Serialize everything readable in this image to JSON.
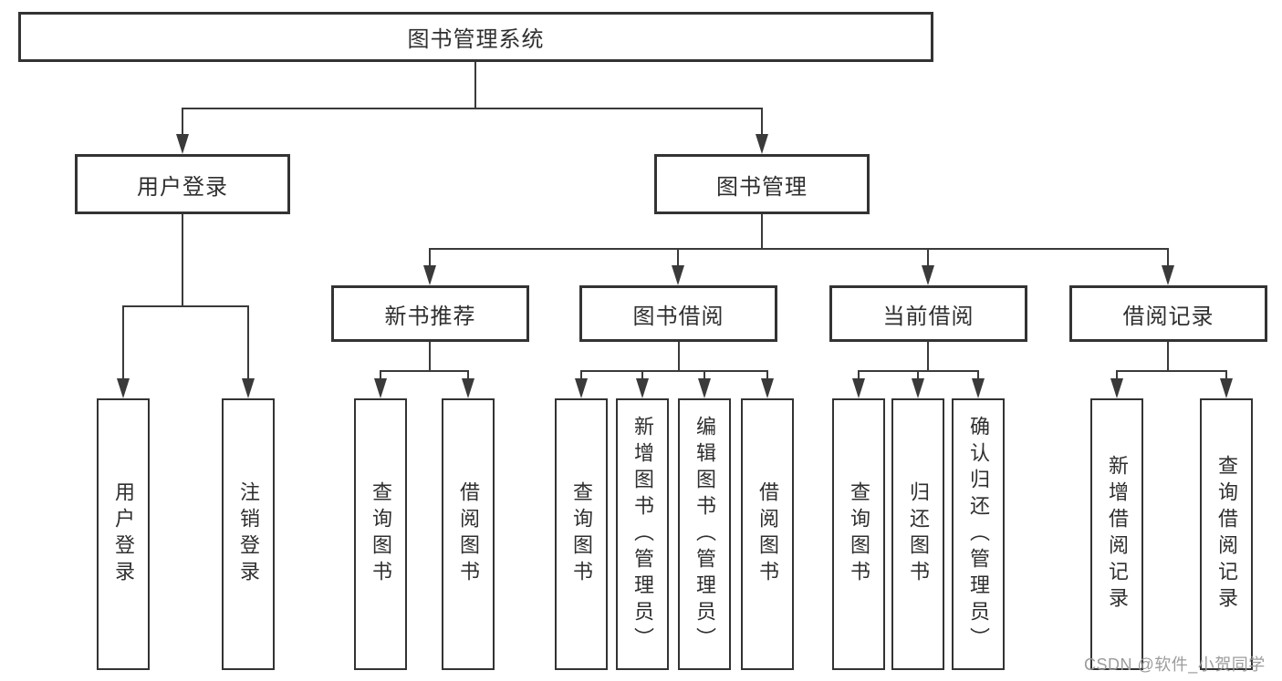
{
  "diagram": {
    "root": "图书管理系统",
    "level2": {
      "user_login": "用户登录",
      "book_mgmt": "图书管理"
    },
    "level3": {
      "new_books": "新书推荐",
      "borrowing": "图书借阅",
      "current": "当前借阅",
      "records": "借阅记录"
    },
    "leaves": {
      "user_login": "用户登录",
      "logout": "注销登录",
      "nb_query": "查询图书",
      "nb_borrow": "借阅图书",
      "bw_query": "查询图书",
      "bw_add": "新增图书（管理员）",
      "bw_edit": "编辑图书（管理员）",
      "bw_borrow": "借阅图书",
      "cu_query": "查询图书",
      "cu_return": "归还图书",
      "cu_confirm": "确认归还（管理员）",
      "rc_add": "新增借阅记录",
      "rc_query": "查询借阅记录"
    },
    "watermark": "CSDN @软件_小贺同学",
    "colors": {
      "line": "#3a3a3a",
      "box_border": "#333333",
      "text": "#2f2f2f",
      "watermark": "#9c9c9c",
      "background": "#ffffff"
    }
  }
}
